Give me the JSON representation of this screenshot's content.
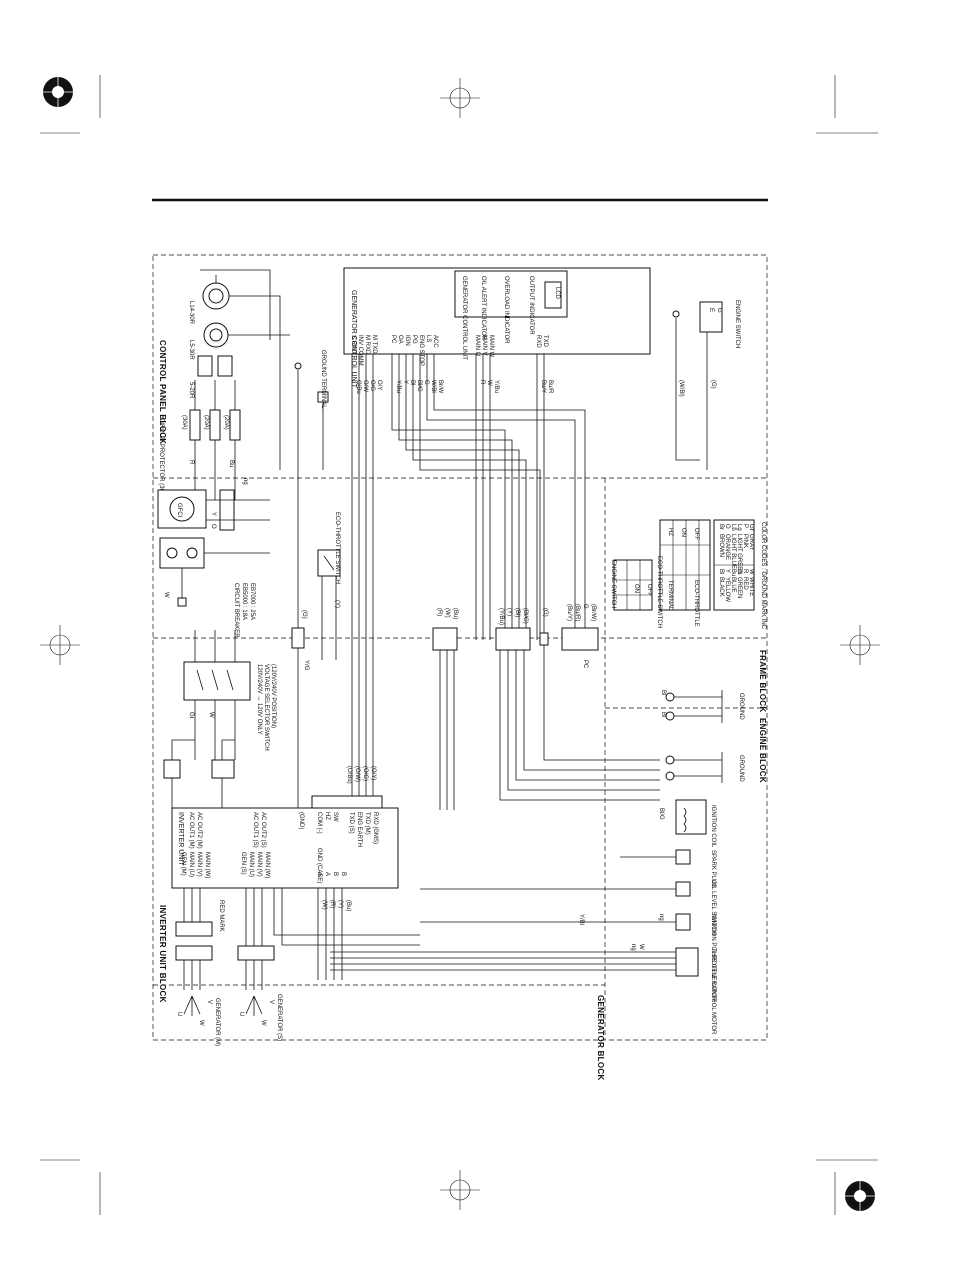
{
  "blocks": {
    "control_panel": "CONTROL PANEL BLOCK",
    "inverter_unit": "INVERTER UNIT BLOCK",
    "generator": "GENERATOR BLOCK",
    "frame": "FRAME BLOCK",
    "engine": "ENGINE BLOCK"
  },
  "components": {
    "generator_control_unit": "GENERATOR CONTROL UNIT",
    "gcu_pins": [
      "S RXD",
      "INV COMM",
      "M RXD",
      "M TXD",
      "PC",
      "OA",
      "IGN",
      "PG",
      "ENG STOP",
      "LS",
      "ACC",
      "MAIN U",
      "MAIN V",
      "MAIN W",
      "RXD",
      "TXD"
    ],
    "indicators": [
      "GENERATOR CONTROL UNIT",
      "OIL ALERT INDICATOR",
      "OVERLOAD INDICATOR",
      "OUTPUT INDICATOR"
    ],
    "lcd": "LCD",
    "ground_terminal": "GROUND TERMINAL",
    "circuit_protector": "CIRCUIT PROTECTOR (30A)",
    "protector_ratings": [
      "(30A)",
      "(20A)",
      "(20A)"
    ],
    "receptacles": [
      "5-20R",
      "L5-30R",
      "L14-30R"
    ],
    "gfci": "GFCI",
    "circuit_breaker": [
      "CIRCUIT BREAKER",
      "EB5000 : 18A",
      "EB7000 : 25A"
    ],
    "voltage_switch": [
      "120V/240V ↔ 120V ONLY",
      "VOLTAGE SELECTOR SWITCH",
      "(120V/240V POSITION)"
    ],
    "eco_switch": "ECO-THROTTLE SWITCH",
    "engine_switch": "ENGINE SWITCH",
    "inverter_unit": "INVERTER UNIT",
    "inv_left_pins": [
      "GEN (M)",
      "MAIN (U)",
      "MAIN (V)",
      "MAIN (W)",
      "GEN (S)",
      "MAIN (U)",
      "MAIN (V)",
      "MAIN (W)"
    ],
    "inv_right_pins": [
      "AC OUT1 (M)",
      "AC OUT2 (M)",
      "AC OUT1 (S)",
      "AC OUT2 (S)",
      "(GND)",
      "COM (-)",
      "HZ",
      "SW",
      "TXD (S)",
      "ENG EARTH",
      "TXD (M)",
      "RXD (GMS)"
    ],
    "gnd_case": "GND (CASE)",
    "red_mark": "RED MARK",
    "generator_m": "GENERATOR (M)",
    "generator_s": "GENERATOR (S)",
    "pc": "PC",
    "ground": "GROUND",
    "ignition_coil": "IGNITION COIL",
    "spark_plug": "SPARK PLUG",
    "oil_level_switch": "OIL LEVEL SWITCH",
    "ignition_pulse": "IGNITION PULSE GENERATOR",
    "throttle_motor": "THROTTLE CONTROL MOTOR",
    "uvw": [
      "U",
      "V",
      "W"
    ],
    "abab": [
      "A",
      "A",
      "B",
      "B"
    ]
  },
  "wires": {
    "gcu": [
      "O/Bu",
      "O/W",
      "O/G",
      "O/Y",
      "Y/Bu",
      "Y",
      "Bl",
      "Bl/G",
      "G",
      "W/Bl",
      "Br/W",
      "R",
      "W",
      "Y/Bu",
      "Bu/Y",
      "Bu/R"
    ],
    "frame_connectors": [
      "(R)",
      "(W)",
      "(Bu)",
      "(Y/Bu)",
      "(Y)",
      "(Bl)",
      "(Bl/G)",
      "(G)",
      "(Bu/Y)",
      "(Bu/R)",
      "G",
      "(Br/W)"
    ],
    "misc": [
      "ng",
      "W",
      "R",
      "Bu",
      "Gr",
      "Y",
      "O",
      "G",
      "Y/G",
      "(G)",
      "(Y)",
      "(W/Bl)",
      "(G)",
      "Bl/G",
      "Y/Bl",
      "ng",
      "ng",
      "W",
      "Bl",
      "Bl"
    ],
    "inverter_bottom": [
      "(W)",
      "(R)",
      "(Y)",
      "(Bu)",
      "(O/Bu)",
      "(O/W)",
      "(O/G)",
      "(O/Y)"
    ]
  },
  "legend": {
    "engine_switch_title": "ENGINE SWITCH",
    "engine_switch_cols": [
      "",
      "E",
      "G"
    ],
    "engine_switch_rows": [
      "ON",
      "OFF"
    ],
    "eco_title": "ECO-THROTTLE SWITCH",
    "eco_cols": [
      "TERMINAL",
      "HZ",
      "COM",
      "SW"
    ],
    "eco_rows": [
      "ECO-THROTTLE",
      "ON",
      "OFF"
    ],
    "colors": [
      [
        "Bl",
        "BLACK",
        "Br",
        "BROWN"
      ],
      [
        "Y",
        "YELLOW",
        "O",
        "ORANGE"
      ],
      [
        "Bu",
        "BLUE",
        "Lb",
        "LIGHT BLUE"
      ],
      [
        "G",
        "GREEN",
        "Lg",
        "LIGHT GREEN"
      ],
      [
        "R",
        "RED",
        "P",
        "PINK"
      ],
      [
        "W",
        "WHITE",
        "Gr",
        "GRAY"
      ]
    ],
    "colors_note": "COLOR CODES : GROUND MARK INC"
  }
}
